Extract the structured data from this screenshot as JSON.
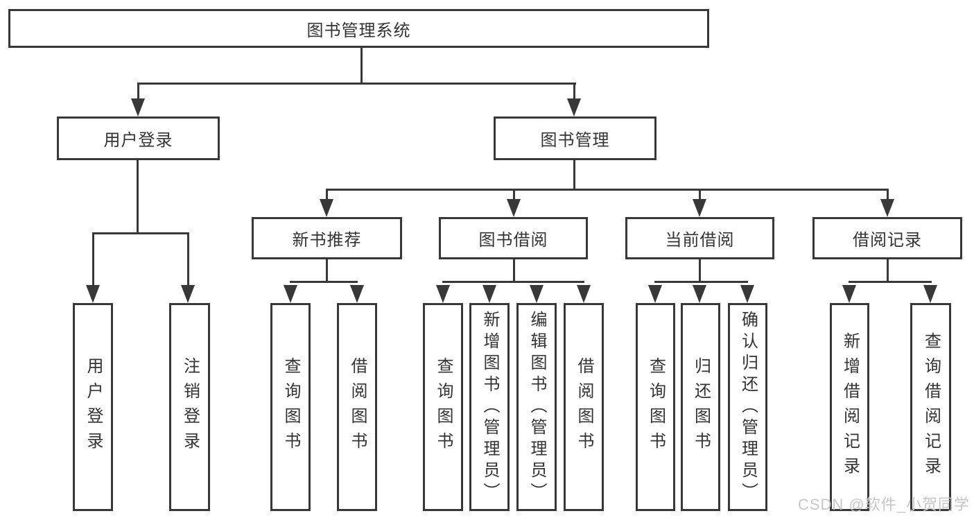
{
  "diagram": {
    "title": "图书管理系统",
    "root": {
      "label": "图书管理系统"
    },
    "level2": [
      {
        "label": "用户登录",
        "leaves": [
          "用户登录",
          "注销登录"
        ]
      },
      {
        "label": "图书管理"
      }
    ],
    "level3": [
      {
        "label": "新书推荐",
        "leaves": [
          "查询图书",
          "借阅图书"
        ]
      },
      {
        "label": "图书借阅",
        "leaves": [
          "查询图书",
          "新增图书（管理员）",
          "编辑图书（管理员）",
          "借阅图书"
        ]
      },
      {
        "label": "当前借阅",
        "leaves": [
          "查询图书",
          "归还图书",
          "确认归还（管理员）"
        ]
      },
      {
        "label": "借阅记录",
        "leaves": [
          "新增借阅记录",
          "查询借阅记录"
        ]
      }
    ]
  },
  "watermark": {
    "text": "CSDN @软件_小贺同学"
  },
  "colors": {
    "line": "#383838",
    "text": "#333333",
    "watermark": "#c6c6c6",
    "background": "#ffffff"
  }
}
